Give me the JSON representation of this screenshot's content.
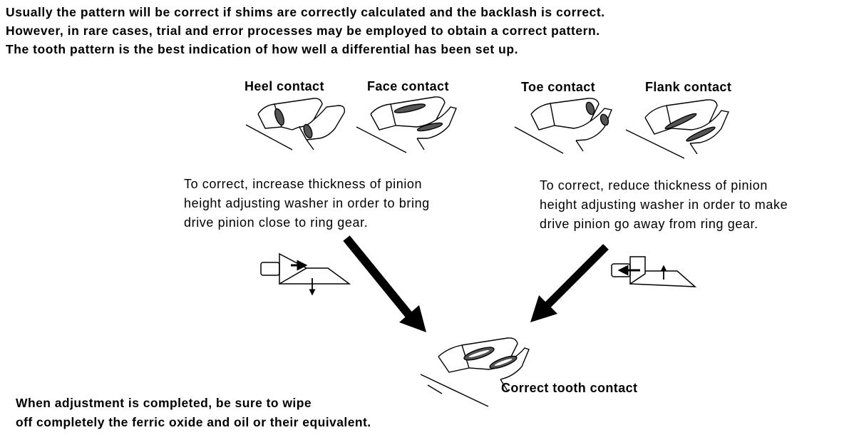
{
  "intro": {
    "line1": "Usually the pattern will be correct if shims are correctly calculated and the backlash is correct.",
    "line2": "However, in rare cases, trial and error processes may be employed to obtain a correct pattern.",
    "line3": "The tooth pattern is the best indication of how well a differential has been set up."
  },
  "contacts": {
    "heel": "Heel contact",
    "face": "Face contact",
    "toe": "Toe contact",
    "flank": "Flank contact",
    "correct": "Correct tooth contact"
  },
  "left_correction": {
    "line1": "To correct, increase thickness of pinion",
    "line2": "height adjusting washer in order to bring",
    "line3": "drive pinion close to ring gear."
  },
  "right_correction": {
    "line1": "To correct, reduce thickness of pinion",
    "line2": "height adjusting washer in order to make",
    "line3": "drive pinion go away from ring gear."
  },
  "closing": {
    "line1": "When adjustment is completed, be sure to wipe",
    "line2": "off completely the ferric oxide and oil or their equivalent."
  }
}
